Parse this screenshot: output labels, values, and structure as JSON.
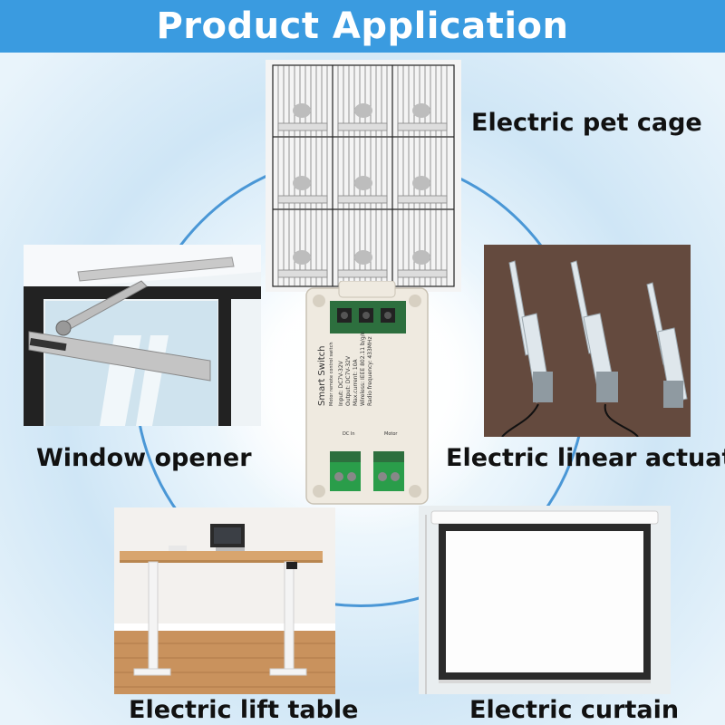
{
  "banner": {
    "title": "Product Application",
    "color": "#3a9be0"
  },
  "applications": [
    {
      "label": "Electric pet cage"
    },
    {
      "label": "Window opener"
    },
    {
      "label": "Electric linear actuator"
    },
    {
      "label": "Electric lift table"
    },
    {
      "label": "Electric curtain"
    }
  ],
  "device": {
    "title": "Smart Switch",
    "subtitle": "Motor remote control switch",
    "specs": [
      "Input: DC7V-32V",
      "Output: DC7V-32V",
      "Max.current: 10A",
      "Wireless: IEEE 802.11 b/g/n",
      "Radio frequency: 433MHz"
    ],
    "port_dc": "DC In",
    "port_motor": "Motor"
  }
}
